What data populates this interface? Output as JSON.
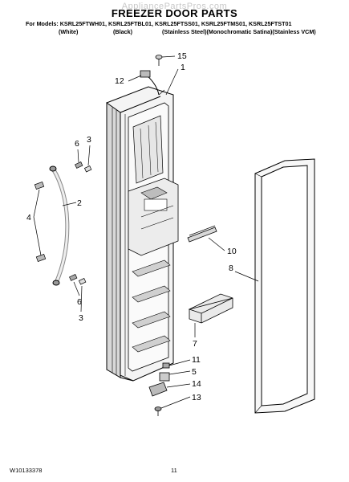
{
  "watermark": "AppliancePartsPros.com",
  "title": "FREEZER DOOR PARTS",
  "models_line": "For Models: KSRL25FTWH01, KSRL25FTBL01, KSRL25FTSS01, KSRL25FTMS01, KSRL25FTST01",
  "finishes": [
    "(White)",
    "(Black)",
    "(Stainless Steel)(Monochromatic Satina)(Stainless VCM)"
  ],
  "callouts": [
    "15",
    "1",
    "12",
    "6",
    "3",
    "2",
    "4",
    "10",
    "8",
    "6",
    "3",
    "7",
    "11",
    "5",
    "14",
    "13"
  ],
  "footer": {
    "doc_number": "W10133378",
    "page_number": "11"
  }
}
